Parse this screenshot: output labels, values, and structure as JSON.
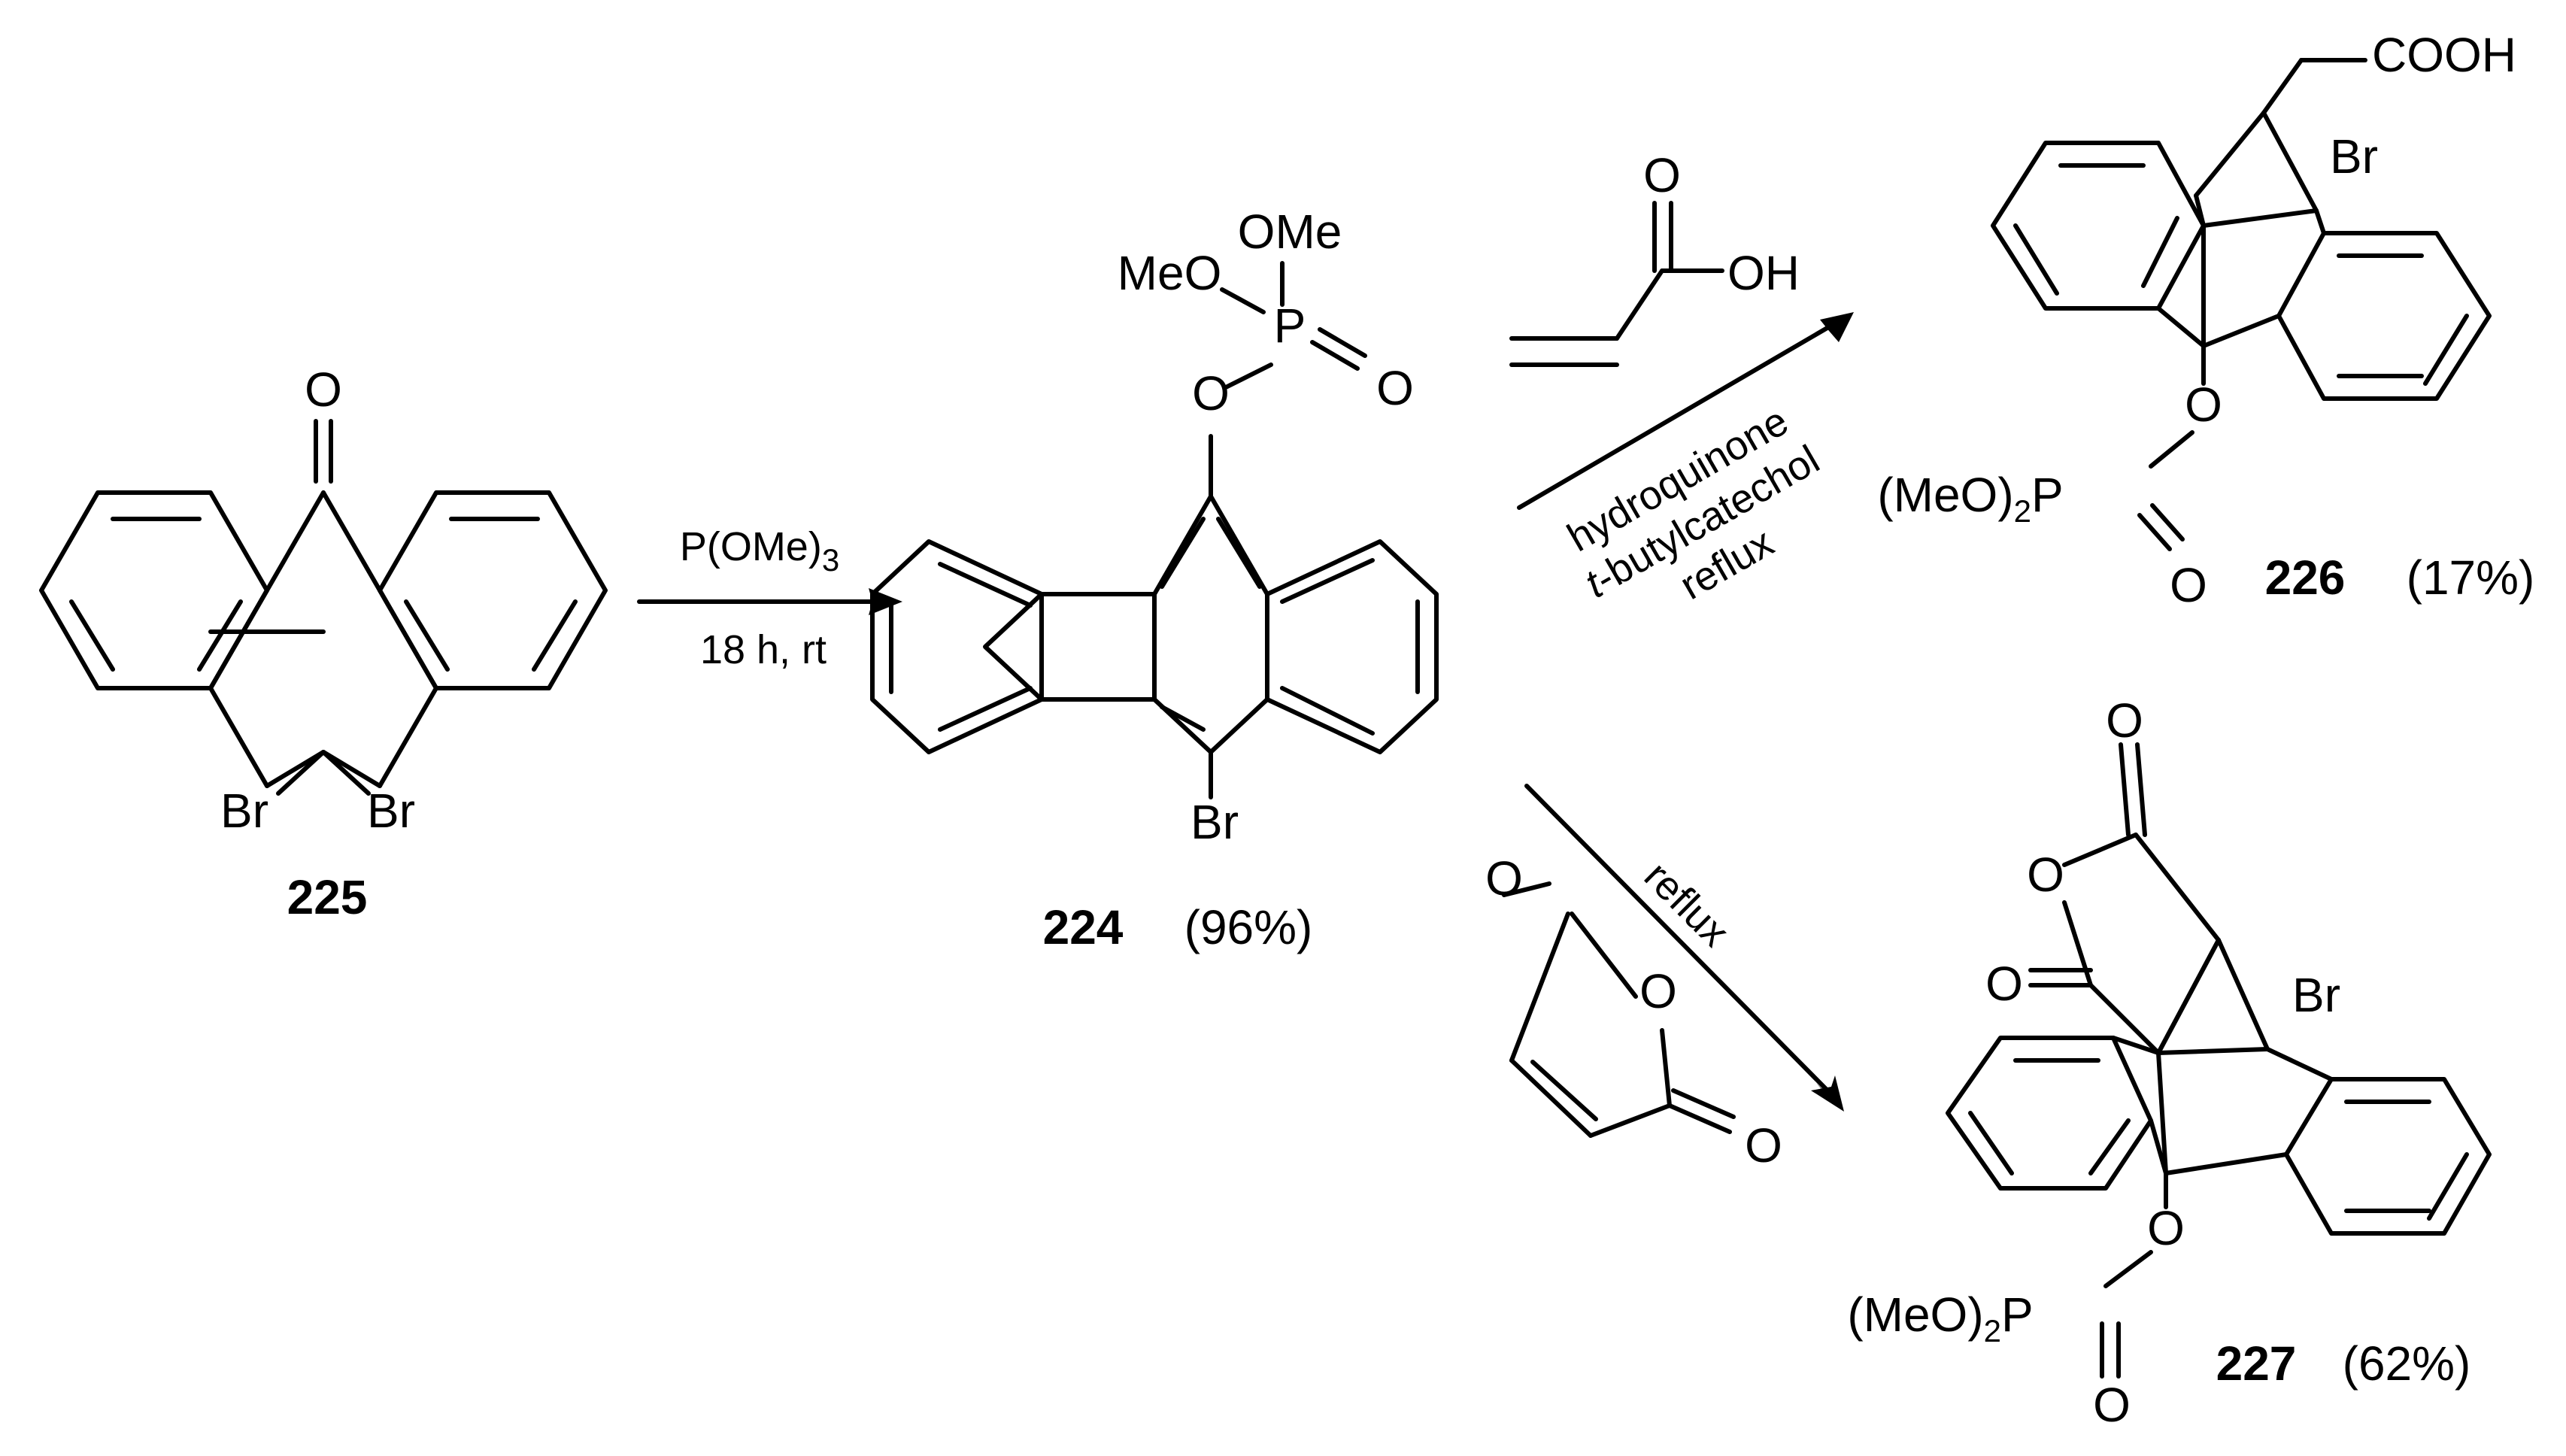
{
  "scheme": {
    "compounds": [
      {
        "number": "225",
        "atoms": {
          "ketone_o": "O",
          "br1": "Br",
          "br2": "Br"
        }
      },
      {
        "number": "224",
        "yield": "(96%)",
        "atoms": {
          "ome": "OMe",
          "meo": "MeO",
          "p": "P",
          "o_double": "O",
          "o_link": "O",
          "br": "Br"
        }
      },
      {
        "number": "226",
        "yield": "(17%)",
        "atoms": {
          "cooh": "COOH",
          "br": "Br",
          "o_link": "O",
          "meo_group": "(MeO)",
          "meo_sub": "2",
          "p": "P",
          "o_double": "O"
        }
      },
      {
        "number": "227",
        "yield": "(62%)",
        "atoms": {
          "o_top": "O",
          "o_ring": "O",
          "o_left": "O",
          "br": "Br",
          "o_link": "O",
          "meo_group": "(MeO)",
          "meo_sub": "2",
          "p": "P",
          "o_double": "O"
        }
      }
    ],
    "reagents": {
      "acrylic_acid": {
        "o_double": "O",
        "oh": "OH"
      },
      "maleic_anhydride": {
        "o1": "O",
        "o_ring": "O",
        "o2": "O"
      }
    },
    "arrows": [
      {
        "id": "step1",
        "above_main": "P(OMe)",
        "above_sub": "3",
        "below": "18 h, rt"
      },
      {
        "id": "step2",
        "lines": [
          "hydroquinone",
          "t-butylcatechol",
          "reflux"
        ],
        "italic_prefix": "t"
      },
      {
        "id": "step3",
        "lines": [
          "reflux"
        ]
      }
    ]
  }
}
